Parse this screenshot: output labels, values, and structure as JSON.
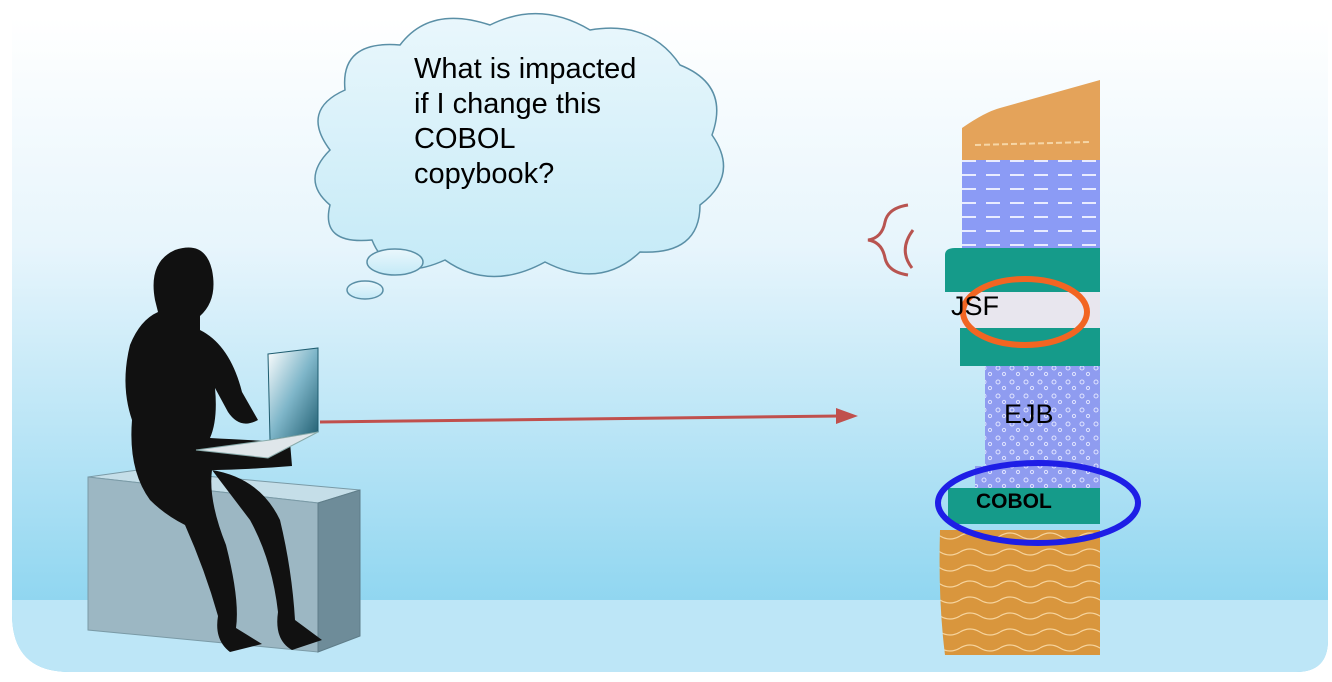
{
  "thought_bubble": {
    "lines": [
      "What is impacted",
      "if I change this",
      "COBOL",
      "copybook?"
    ]
  },
  "stack_layers": {
    "jsf_label": "JSF",
    "ejb_label": "EJB",
    "cobol_label": "COBOL"
  },
  "colors": {
    "sky_top": "#f4fafe",
    "sky_bottom": "#7fd0ee",
    "floor": "#bde6f7",
    "highlight_jsf": "#f26522",
    "highlight_cobol": "#1e1ee6",
    "arrow": "#c0504d",
    "brace": "#b85450"
  },
  "icons": {
    "person": "woman-with-laptop-silhouette",
    "seat": "cube-seat",
    "stack": "layered-rock-column"
  }
}
